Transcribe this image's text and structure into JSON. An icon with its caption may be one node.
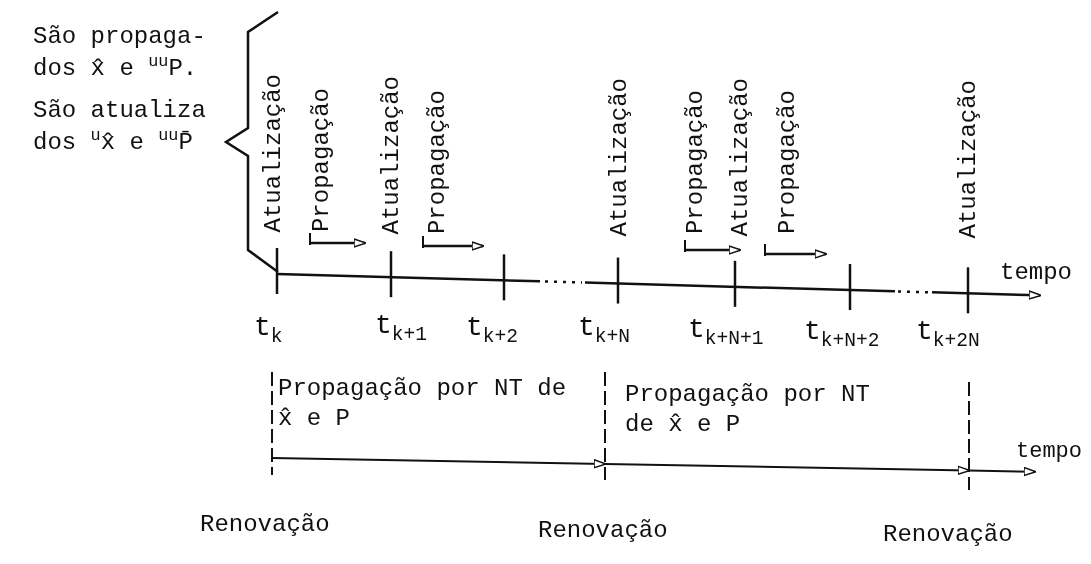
{
  "diagram": {
    "labels": [
      "São propaga- dos x̂ e $^{uu}$P.",
      "São atualiza dos $^{u}$x̂ e $^{uu}$P̄",
      "Atualização",
      "Propagação",
      "Atualização",
      "Propagação",
      "Atualização",
      "Propagação",
      "Atualização",
      "Propagação",
      "Atualização",
      "tempo",
      "t$_{k}$",
      "t$_{k+1}$",
      "t$_{k+2}$",
      "t$_{k+N}$",
      "t$_{k+N+1}$",
      "t$_{k+N+2}$",
      "t$_{k+2N}$",
      "Propagação por NT de x̂ e P",
      "Propagação por NT de x̂ e P",
      "tempo",
      "Renovação",
      "Renovação",
      "Renovação"
    ]
  }
}
